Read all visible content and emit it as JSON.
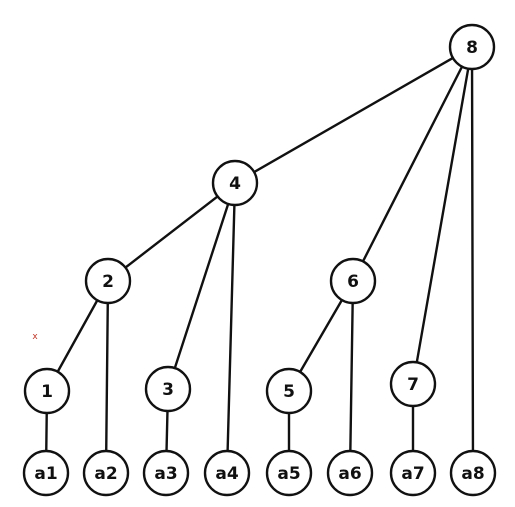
{
  "diagram": {
    "type": "tree",
    "line_color": "#111111",
    "node_fill": "#ffffff",
    "nodes": [
      {
        "id": "8",
        "label": "8"
      },
      {
        "id": "4",
        "label": "4"
      },
      {
        "id": "2",
        "label": "2"
      },
      {
        "id": "6",
        "label": "6"
      },
      {
        "id": "1",
        "label": "1"
      },
      {
        "id": "3",
        "label": "3"
      },
      {
        "id": "5",
        "label": "5"
      },
      {
        "id": "7",
        "label": "7"
      },
      {
        "id": "a1",
        "label": "a1"
      },
      {
        "id": "a2",
        "label": "a2"
      },
      {
        "id": "a3",
        "label": "a3"
      },
      {
        "id": "a4",
        "label": "a4"
      },
      {
        "id": "a5",
        "label": "a5"
      },
      {
        "id": "a6",
        "label": "a6"
      },
      {
        "id": "a7",
        "label": "a7"
      },
      {
        "id": "a8",
        "label": "a8"
      }
    ],
    "edges": [
      {
        "from": "8",
        "to": "4"
      },
      {
        "from": "8",
        "to": "6"
      },
      {
        "from": "8",
        "to": "7"
      },
      {
        "from": "8",
        "to": "a8"
      },
      {
        "from": "4",
        "to": "2"
      },
      {
        "from": "4",
        "to": "3"
      },
      {
        "from": "4",
        "to": "a4"
      },
      {
        "from": "6",
        "to": "5"
      },
      {
        "from": "6",
        "to": "a6"
      },
      {
        "from": "2",
        "to": "1"
      },
      {
        "from": "2",
        "to": "a2"
      },
      {
        "from": "1",
        "to": "a1"
      },
      {
        "from": "3",
        "to": "a3"
      },
      {
        "from": "5",
        "to": "a5"
      },
      {
        "from": "7",
        "to": "a7"
      }
    ],
    "stray_mark": "x"
  }
}
